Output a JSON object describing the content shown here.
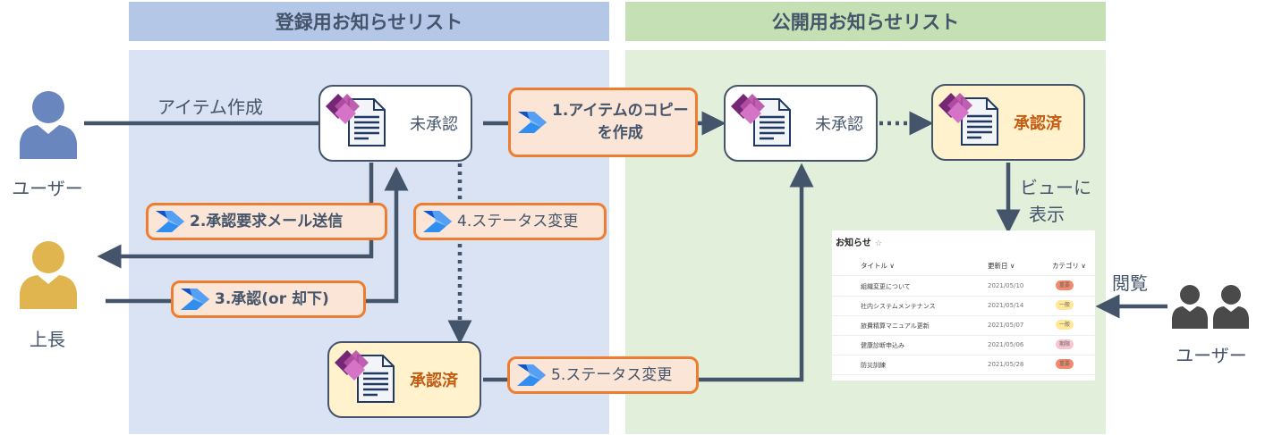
{
  "headers": {
    "registration_list": "登録用お知らせリスト",
    "public_list": "公開用お知らせリスト"
  },
  "actors": {
    "user_left": "ユーザー",
    "manager": "上長",
    "user_right": "ユーザー"
  },
  "edge_labels": {
    "create_item": "アイテム作成",
    "show_in_view_line1": "ビューに",
    "show_in_view_line2": "表示",
    "browse": "閲覧"
  },
  "documents": {
    "reg_unapproved": "未承認",
    "reg_approved": "承認済",
    "pub_unapproved": "未承認",
    "pub_approved": "承認済"
  },
  "flows": {
    "step1": "1.アイテムのコピー\nを作成",
    "step2": "2.承認要求メール送信",
    "step3": "3.承認(or 却下)",
    "step4": "4.ステータス変更",
    "step5": "5.ステータス変更"
  },
  "list_view": {
    "title": "お知らせ",
    "star": "☆",
    "columns": [
      "タイトル ∨",
      "更新日 ∨",
      "カテゴリ ∨"
    ],
    "rows": [
      {
        "title": "組織変更について",
        "date": "2021/05/10",
        "category": "重要",
        "color": "#f4896b"
      },
      {
        "title": "社内システムメンテナンス",
        "date": "2021/05/14",
        "category": "一般",
        "color": "#ffe89a"
      },
      {
        "title": "旅費精算マニュアル更新",
        "date": "2021/05/07",
        "category": "一般",
        "color": "#ffe89a"
      },
      {
        "title": "健康診断申込み",
        "date": "2021/05/06",
        "category": "期限",
        "color": "#f9c6cf"
      },
      {
        "title": "防災訓練",
        "date": "2021/05/28",
        "category": "重要",
        "color": "#f4896b"
      }
    ]
  },
  "colors": {
    "line": "#44546a",
    "flow_border": "#ed7d31",
    "flow_fill": "#fbe5d6",
    "approved_fill": "#fff2cc",
    "approved_text": "#c55a11",
    "user_blue": "#6a86be",
    "manager_gold": "#e0b550",
    "viewer_dark": "#4a4a4a"
  }
}
